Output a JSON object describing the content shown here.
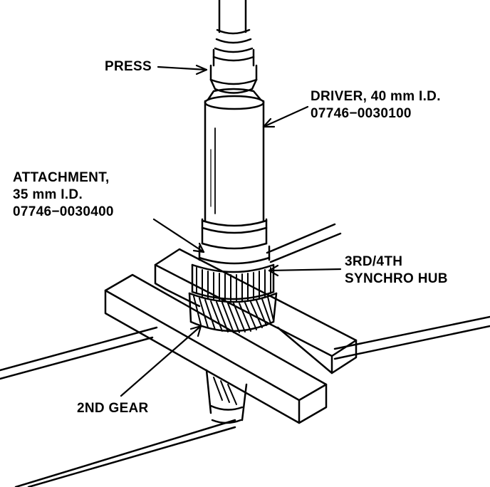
{
  "labels": {
    "press": "PRESS",
    "driver": {
      "line1": "DRIVER, 40 mm I.D.",
      "line2": "07746−0030100"
    },
    "attachment": {
      "line1": "ATTACHMENT,",
      "line2": "35 mm I.D.",
      "line3": "07746−0030400"
    },
    "synchro_hub": {
      "line1": "3RD/4TH",
      "line2": "SYNCHRO HUB"
    },
    "second_gear": "2ND GEAR"
  },
  "colors": {
    "ink": "#000000",
    "paper": "#ffffff"
  }
}
